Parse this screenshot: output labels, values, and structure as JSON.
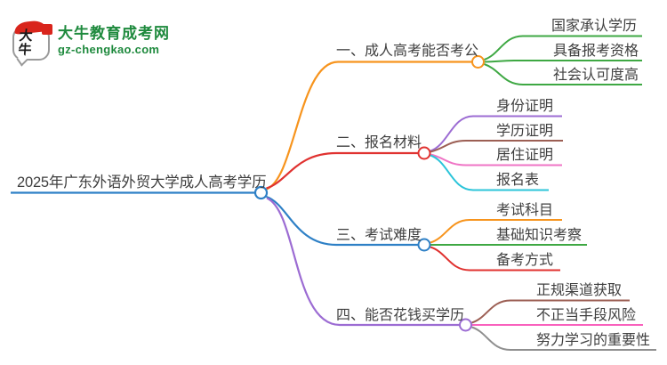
{
  "logo": {
    "bubble_text": "大牛",
    "site_name": "大牛教育成考网",
    "site_domain": "gz-chengkao.com",
    "brand_green": "#1f8a3e",
    "seal_red": "#d9251c"
  },
  "mindmap": {
    "text_color": "#3f3f3f",
    "root": {
      "label": "2025年广东外语外贸大学成人高考学历",
      "color": "#2e80c6"
    },
    "branches": [
      {
        "label": "一、成人高考能否考公",
        "color": "#f7941d",
        "children": [
          {
            "label": "国家承认学历",
            "color": "#3ea843"
          },
          {
            "label": "具备报考资格",
            "color": "#3ea843"
          },
          {
            "label": "社会认可度高",
            "color": "#3ea843"
          }
        ]
      },
      {
        "label": "二、报名材料",
        "color": "#e03230",
        "children": [
          {
            "label": "身份证明",
            "color": "#9c6cd3"
          },
          {
            "label": "学历证明",
            "color": "#9c5f54"
          },
          {
            "label": "居住证明",
            "color": "#ef74c5"
          },
          {
            "label": "报名表",
            "color": "#2bc4d9"
          }
        ]
      },
      {
        "label": "三、考试难度",
        "color": "#2e80c6",
        "children": [
          {
            "label": "考试科目",
            "color": "#f7941d"
          },
          {
            "label": "基础知识考察",
            "color": "#3ea843"
          },
          {
            "label": "备考方式",
            "color": "#e03230"
          }
        ]
      },
      {
        "label": "四、能否花钱买学历",
        "color": "#9c6cd3",
        "children": [
          {
            "label": "正规渠道获取",
            "color": "#9c5f54"
          },
          {
            "label": "不正当手段风险",
            "color": "#f961bd"
          },
          {
            "label": "努力学习的重要性",
            "color": "#8f8f8f"
          }
        ]
      }
    ]
  }
}
